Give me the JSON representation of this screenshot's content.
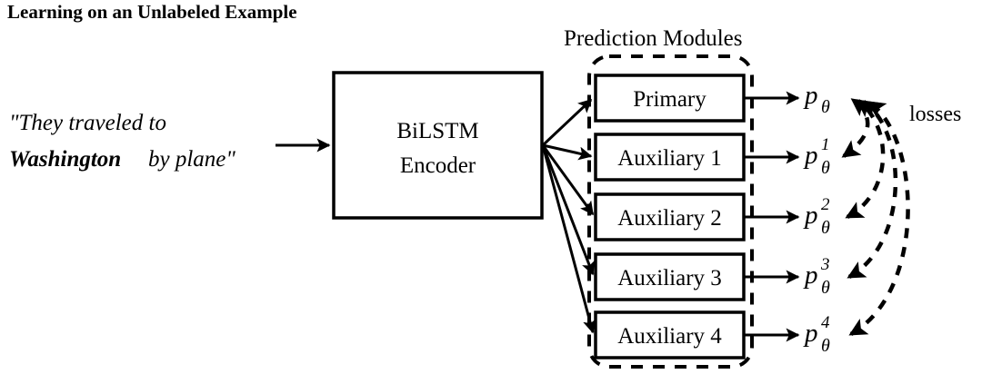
{
  "figure": {
    "title": "Learning on an Unlabeled Example",
    "section_label": "Prediction Modules",
    "losses_label": "losses"
  },
  "input": {
    "line1": "\"They traveled to",
    "line2_bold": "Washington",
    "line2_rest": " by plane\""
  },
  "encoder": {
    "line1": "BiLSTM",
    "line2": "Encoder"
  },
  "modules": [
    {
      "label": "Primary"
    },
    {
      "label": "Auxiliary 1"
    },
    {
      "label": "Auxiliary 2"
    },
    {
      "label": "Auxiliary 3"
    },
    {
      "label": "Auxiliary 4"
    }
  ],
  "outputs": [
    {
      "base": "p",
      "sub": "θ",
      "sup": ""
    },
    {
      "base": "p",
      "sub": "θ",
      "sup": "1"
    },
    {
      "base": "p",
      "sub": "θ",
      "sup": "2"
    },
    {
      "base": "p",
      "sub": "θ",
      "sup": "3"
    },
    {
      "base": "p",
      "sub": "θ",
      "sup": "4"
    }
  ],
  "colors": {
    "ink": "#000000",
    "paper": "#ffffff"
  }
}
